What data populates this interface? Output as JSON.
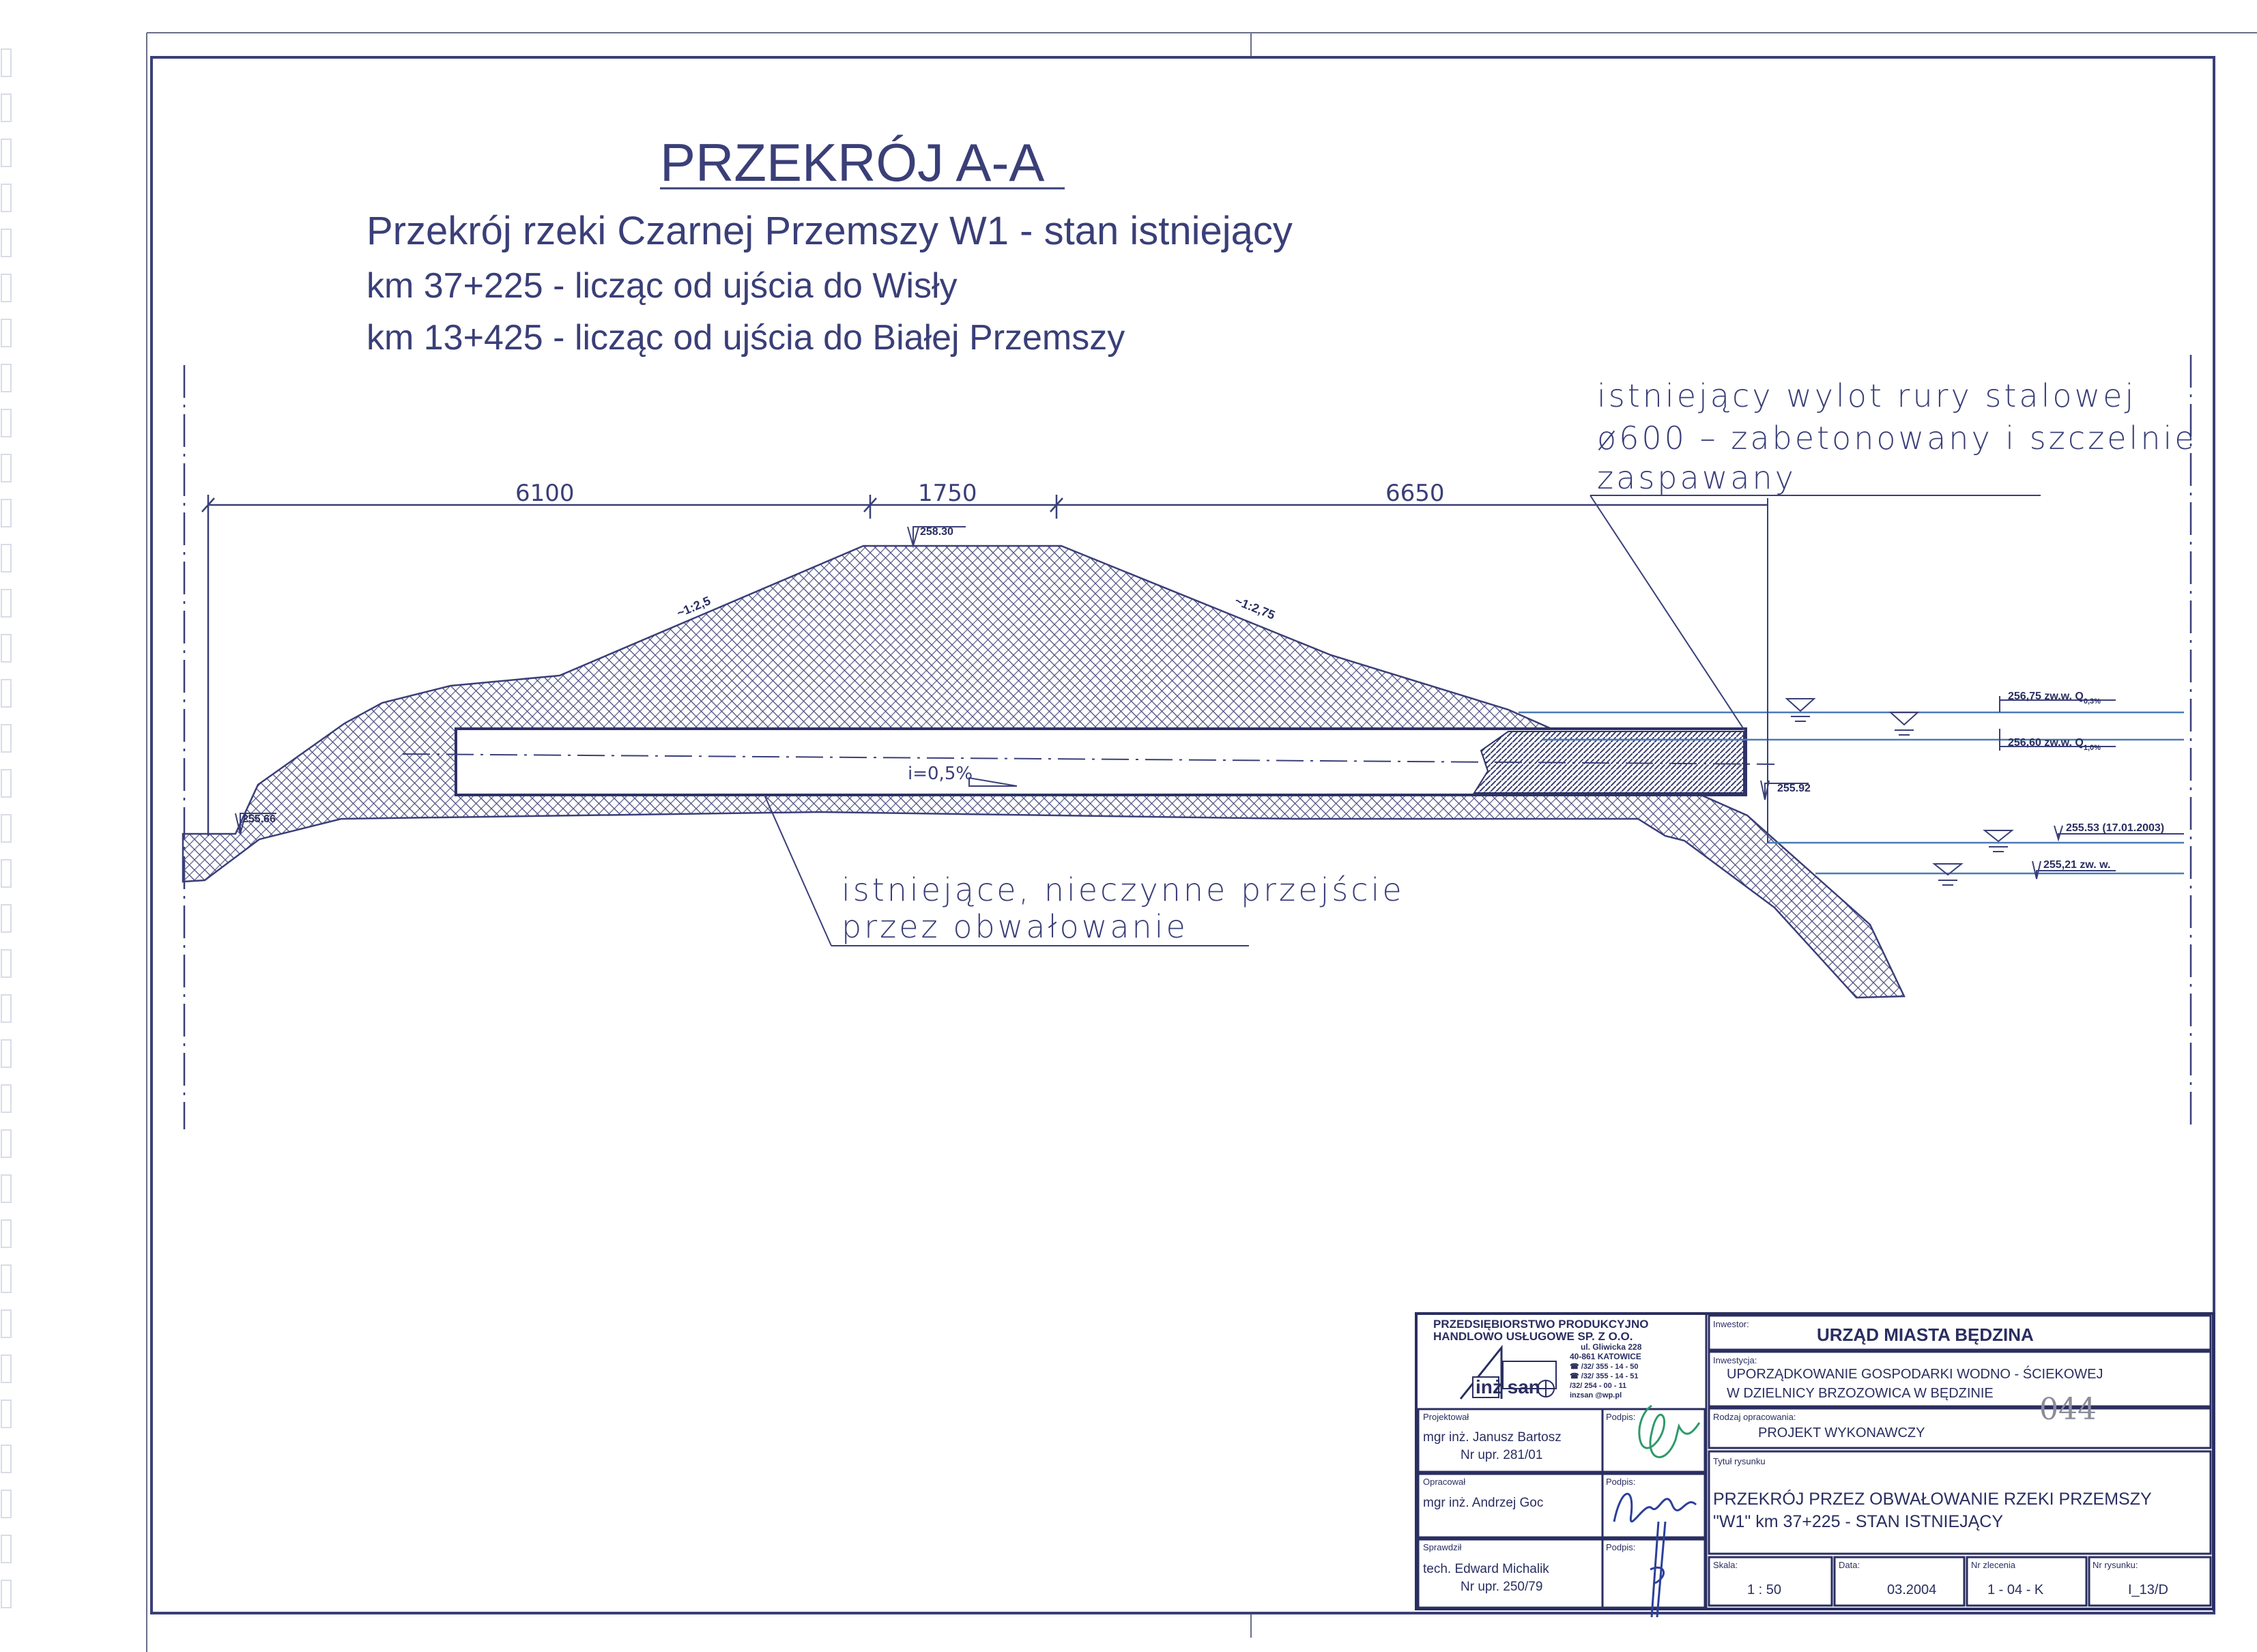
{
  "drawing": {
    "title": "PRZEKRÓJ A-A",
    "subtitle": "Przekrój rzeki Czarnej Przemszy W1 - stan istniejący",
    "km_line_1": "km 37+225 - licząc od ujścia do Wisły",
    "km_line_2": "km 13+425 - licząc od ujścia do Białej Przemszy",
    "dimensions": {
      "left": "6100",
      "middle": "1750",
      "right": "6650"
    },
    "elevations": {
      "crest": "258.30",
      "left_toe": "255.66",
      "pipe_outlet": "255.92",
      "water_q03": "256,75 zw.w. Q",
      "water_q03_sub": "0,3%",
      "water_q10": "256,60 zw.w. Q",
      "water_q10_sub": "1,0%",
      "water_measured": "255.53 (17.01.2003)",
      "water_mean": "255,21 zw. w."
    },
    "slopes": {
      "left": "~1:2,5",
      "right": "~1:2,75"
    },
    "pipe_gradient": "i=0,5%",
    "note_outlet": [
      "istniejący wylot rury stalowej",
      "ø600 – zabetonowany i szczelnie",
      "zaspawany"
    ],
    "note_passage": [
      "istniejące, nieczynne przejście",
      "przez obwałowanie"
    ]
  },
  "title_block": {
    "company": {
      "name_line_1": "PRZEDSIĘBIORSTWO PRODUKCYJNO",
      "name_line_2": "HANDLOWO USŁUGOWE SP. Z O.O.",
      "street": "ul. Gliwicka 228",
      "city": "40-861 KATOWICE",
      "phone_1": "☎ /32/ 355 - 14 - 50",
      "phone_2": "☎ /32/ 355 - 14 - 51",
      "fax": "/32/ 254 - 00 - 11",
      "email": "inzsan @wp.pl",
      "logo_text": "inż san"
    },
    "designed_label": "Projektował",
    "designed_name": "mgr inż. Janusz Bartosz",
    "designed_license": "Nr upr. 281/01",
    "prepared_label": "Opracował",
    "prepared_name": "mgr inż. Andrzej Goc",
    "checked_label": "Sprawdził",
    "checked_name": "tech. Edward Michalik",
    "checked_license": "Nr upr. 250/79",
    "signature_label": "Podpis:",
    "signature_label_2": "Podpis:",
    "signature_label_3": "Podpis:",
    "investor_label": "Inwestor:",
    "investor": "URZĄD MIASTA BĘDZINA",
    "investment_label": "Inwestycja:",
    "investment_line_1": "UPORZĄDKOWANIE GOSPODARKI WODNO - ŚCIEKOWEJ",
    "investment_line_2": "W DZIELNICY BRZOZOWICA W BĘDZINIE",
    "stamp_number": "044",
    "type_label": "Rodzaj opracowania:",
    "type": "PROJEKT WYKONAWCZY",
    "drawing_title_label": "Tytuł rysunku",
    "drawing_title_1": "PRZEKRÓJ PRZEZ OBWAŁOWANIE RZEKI PRZEMSZY",
    "drawing_title_2": "\"W1\" km 37+225 - STAN ISTNIEJĄCY",
    "scale_label": "Skala:",
    "scale": "1 : 50",
    "date_label": "Data:",
    "date": "03.2004",
    "order_label": "Nr zlecenia",
    "order": "1 - 04 - K",
    "sheet_label": "Nr rysunku:",
    "sheet": "I_13/D"
  },
  "colors": {
    "ink": "#3a3f78",
    "water": "#4a7ab8",
    "signature_green": "#2f9a6a",
    "signature_blue": "#2c3f9a"
  }
}
